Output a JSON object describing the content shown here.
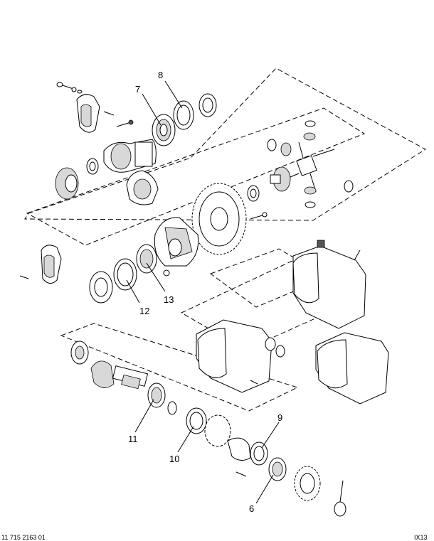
{
  "diagram": {
    "callouts": [
      {
        "id": "c7",
        "label": "7"
      },
      {
        "id": "c8",
        "label": "8"
      },
      {
        "id": "c12",
        "label": "12"
      },
      {
        "id": "c13",
        "label": "13"
      },
      {
        "id": "c11",
        "label": "11"
      },
      {
        "id": "c10",
        "label": "10"
      },
      {
        "id": "c9",
        "label": "9"
      },
      {
        "id": "c6",
        "label": "6"
      }
    ],
    "footer_left": "11 715 2163 01",
    "footer_right": "IX13"
  }
}
